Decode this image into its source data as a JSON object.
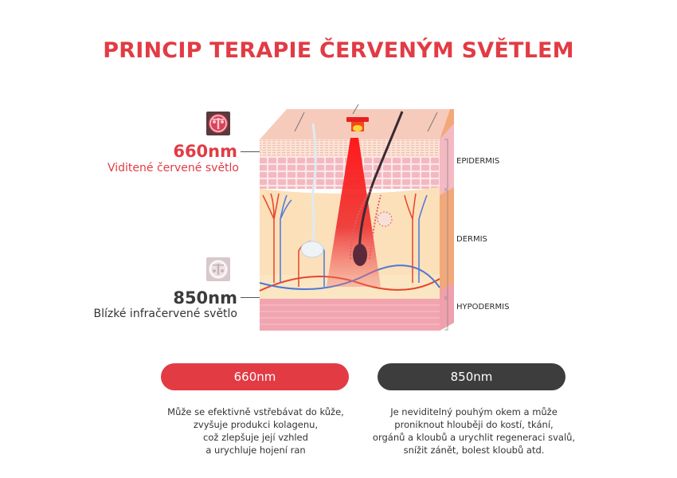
{
  "title": "PRINCIP TERAPIE ČERVENÝM SVĚTLEM",
  "wavelengths": [
    {
      "id": "660",
      "value": "660nm",
      "subtitle": "Viditené červené světlo",
      "color": "#e23b44",
      "icon": "led-chip-red-icon",
      "pill_label": "660nm",
      "description": [
        "Může se efektivně vstřebávat do kůže,",
        "zvyšuje produkci kolagenu,",
        "což zlepšuje její vzhled",
        "a urychluje hojení ran"
      ]
    },
    {
      "id": "850",
      "value": "850nm",
      "subtitle": "Blízké infračervené světlo",
      "color": "#3d3d3d",
      "icon": "led-chip-infrared-icon",
      "pill_label": "850nm",
      "description": [
        "Je neviditelný pouhým okem a může",
        "proniknout hlouběji do kostí, tkání,",
        "orgánů a kloubů a urychlit regeneraci svalů,",
        "snížit zánět, bolest kloubů atd."
      ]
    }
  ],
  "skin_layers": [
    {
      "label": "EPIDERMIS"
    },
    {
      "label": "DERMIS"
    },
    {
      "label": "HYPODERMIS"
    }
  ],
  "colors": {
    "accent_red": "#e23b44",
    "dark": "#3d3d3d",
    "text": "#333333"
  }
}
